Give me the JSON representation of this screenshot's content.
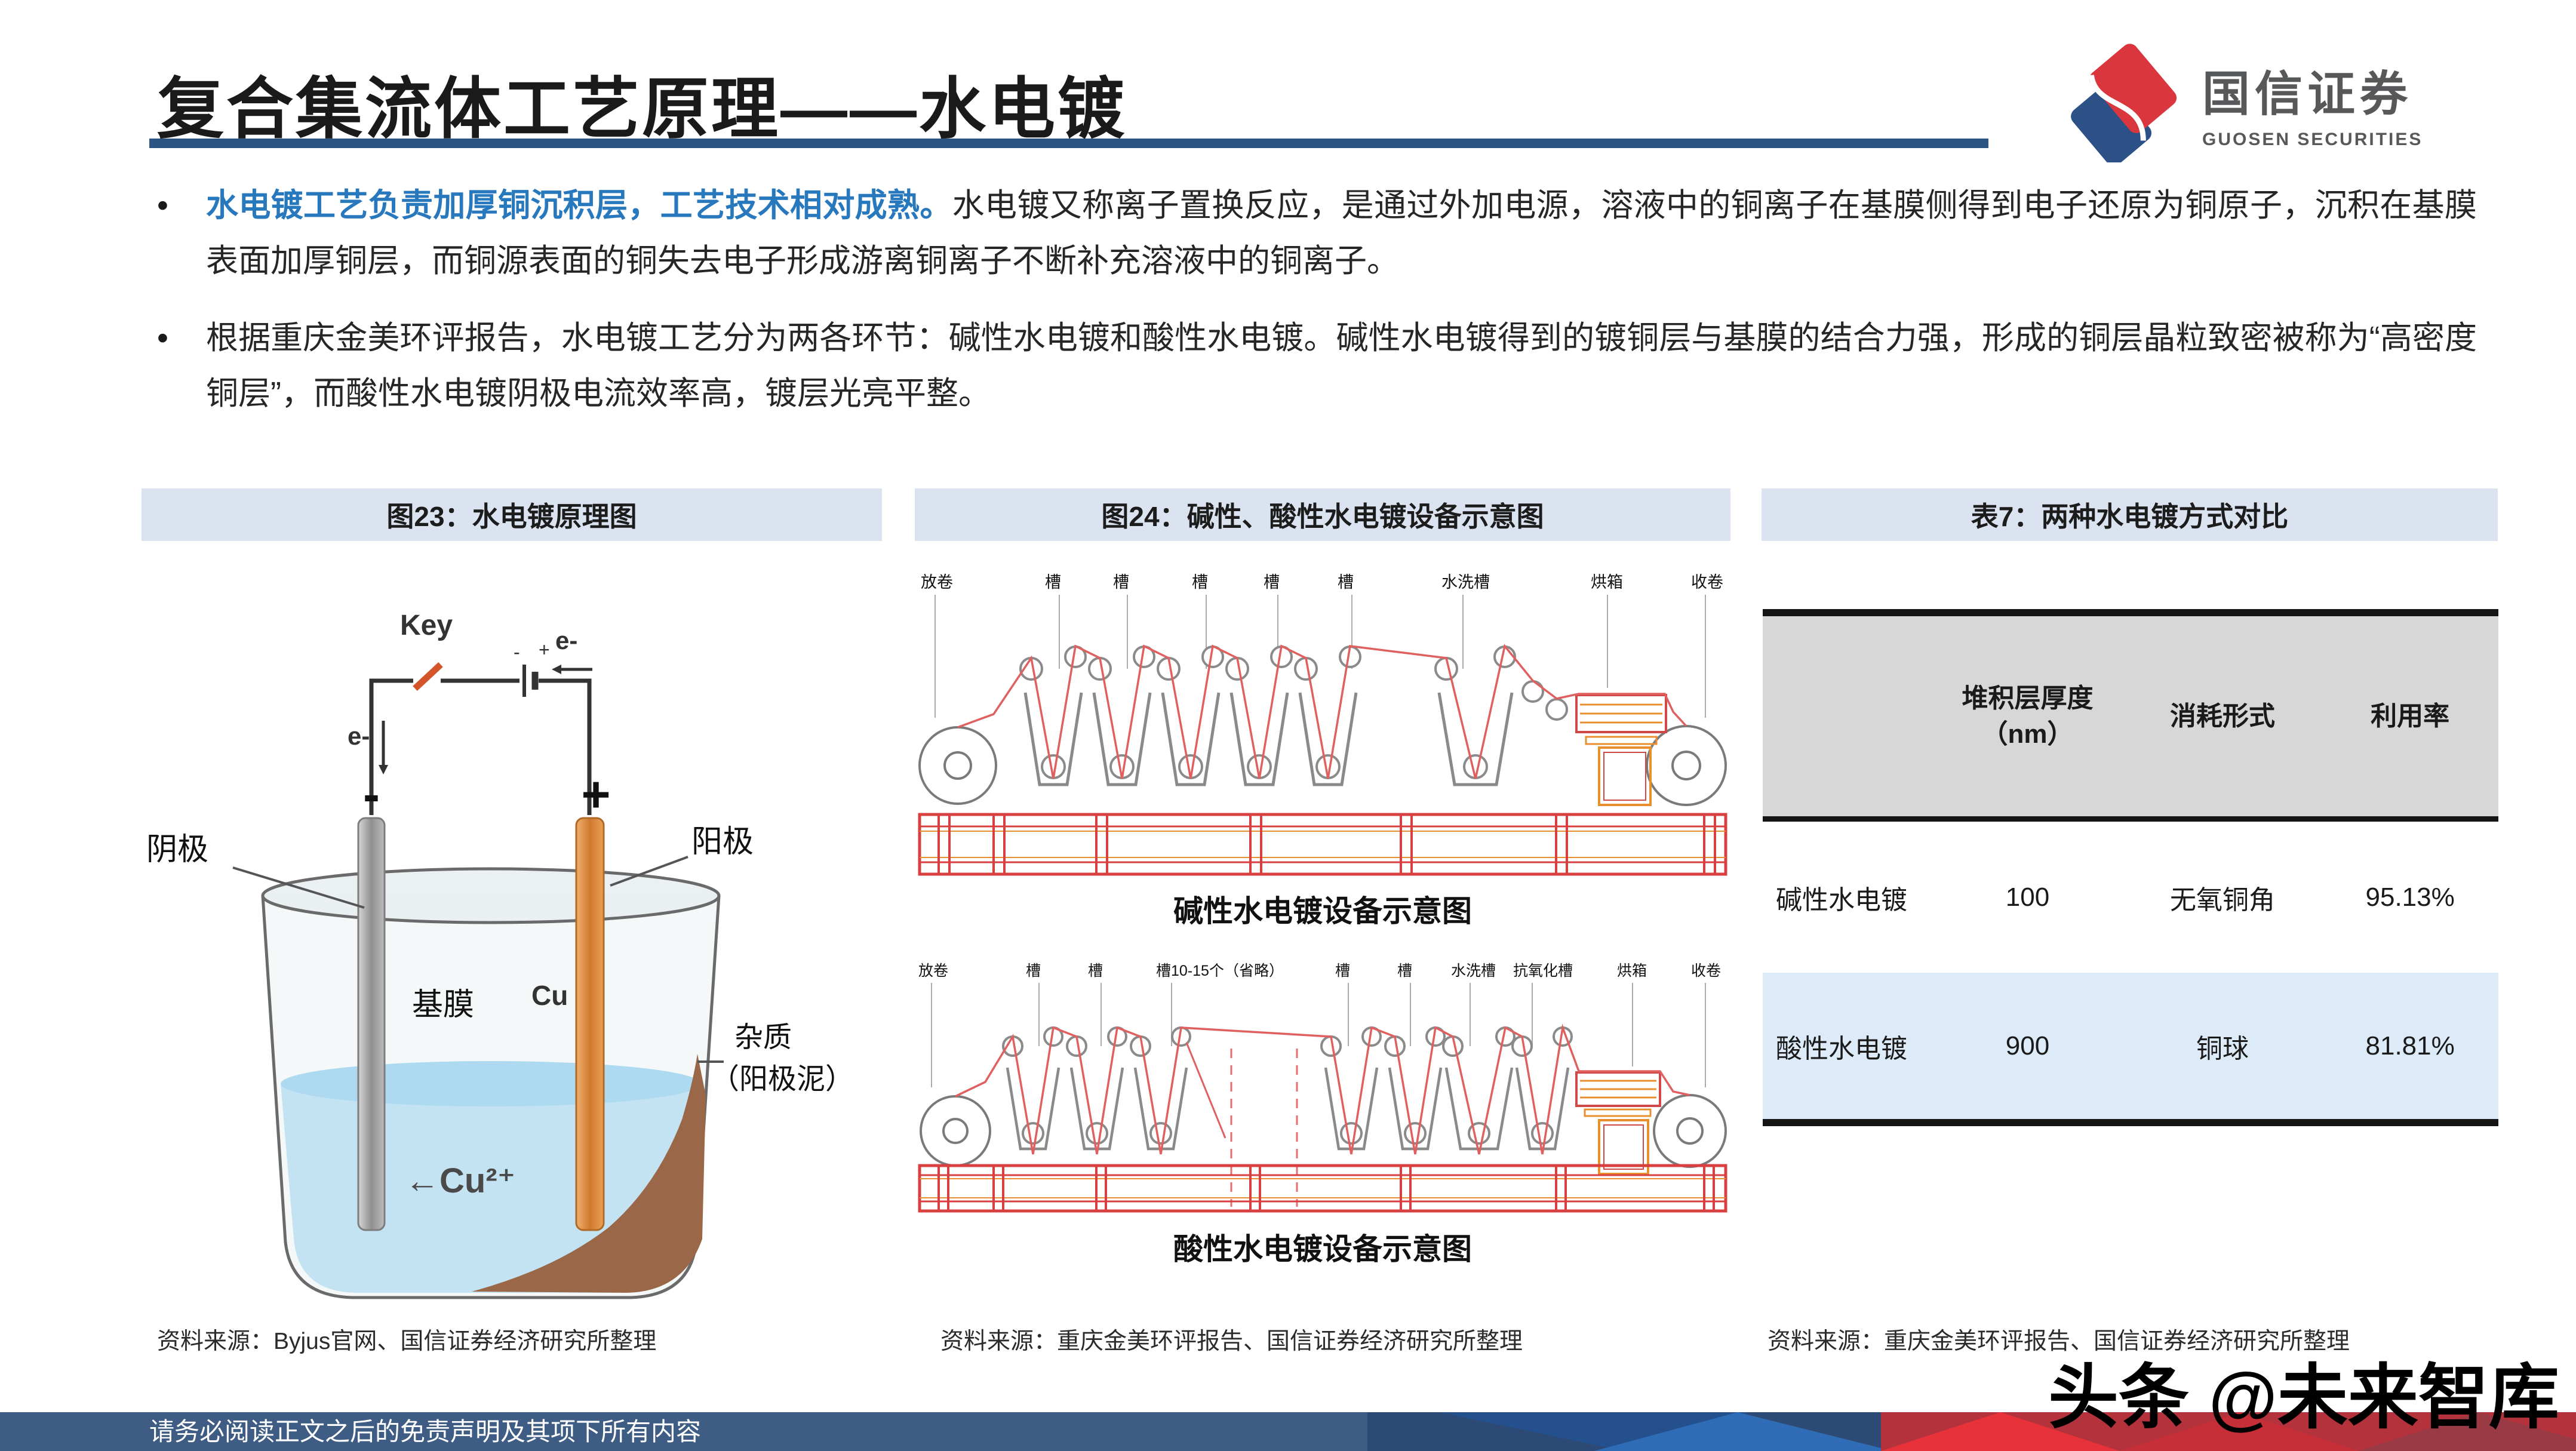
{
  "bullet_marker": "•",
  "page": {
    "title": "复合集流体工艺原理——水电镀",
    "footer_disclaimer": "请务必阅读正文之后的免责声明及其项下所有内容",
    "watermark": "头条 @未来智库"
  },
  "logo": {
    "cn": "国信证券",
    "en": "GUOSEN SECURITIES"
  },
  "colors": {
    "title_rule": "#2d5584",
    "highlight_text": "#2878be",
    "panel_header_bg": "#dbe3f1",
    "table_header_bg": "#d7d7d7",
    "table_alt_row_bg": "#dcebf7",
    "footer_bg": "#3e5c84",
    "logo_blue": "#2b5186",
    "logo_red": "#d9363e",
    "copper": "#d98a3f",
    "liquid_blue": "#c3e3f3"
  },
  "bullets": [
    {
      "highlight": "水电镀工艺负责加厚铜沉积层，工艺技术相对成熟。",
      "text": "水电镀又称离子置换反应，是通过外加电源，溶液中的铜离子在基膜侧得到电子还原为铜原子，沉积在基膜表面加厚铜层，而铜源表面的铜失去电子形成游离铜离子不断补充溶液中的铜离子。"
    },
    {
      "highlight": "",
      "text": "根据重庆金美环评报告，水电镀工艺分为两各环节：碱性水电镀和酸性水电镀。碱性水电镀得到的镀铜层与基膜的结合力强，形成的铜层晶粒致密被称为“高密度铜层”，而酸性水电镀阴极电流效率高，镀层光亮平整。"
    }
  ],
  "figure23": {
    "header": "图23：水电镀原理图",
    "labels": {
      "key": "Key",
      "e_top": "e-",
      "e_down": "e-",
      "battery_minus": "-",
      "battery_plus": "+",
      "minus": "-",
      "plus": "+",
      "cathode": "阴极",
      "anode": "阳极",
      "base_film": "基膜",
      "cu": "Cu",
      "cu_ion": "←Cu²⁺",
      "impurity_line1": "杂质",
      "impurity_line2": "（阳极泥）"
    },
    "source": "资料来源：Byjus官网、国信证券经济研究所整理"
  },
  "figure24": {
    "header": "图24：碱性、酸性水电镀设备示意图",
    "alkaline": {
      "caption": "碱性水电镀设备示意图",
      "labels": [
        "放卷",
        "槽",
        "槽",
        "槽",
        "槽",
        "槽",
        "水洗槽",
        "烘箱",
        "收卷"
      ]
    },
    "acidic": {
      "caption": "酸性水电镀设备示意图",
      "labels": [
        "放卷",
        "槽",
        "槽",
        "槽10-15个（省略）",
        "槽",
        "槽",
        "水洗槽",
        "抗氧化槽",
        "烘箱",
        "收卷"
      ]
    },
    "source": "资料来源：重庆金美环评报告、国信证券经济研究所整理"
  },
  "table7": {
    "header": "表7：两种水电镀方式对比",
    "columns": [
      "",
      "堆积层厚度（nm）",
      "消耗形式",
      "利用率"
    ],
    "rows": [
      {
        "name": "碱性水电镀",
        "thickness": "100",
        "form": "无氧铜角",
        "rate": "95.13%"
      },
      {
        "name": "酸性水电镀",
        "thickness": "900",
        "form": "铜球",
        "rate": "81.81%"
      }
    ],
    "source": "资料来源：重庆金美环评报告、国信证券经济研究所整理"
  },
  "chart_data": {
    "type": "table",
    "title": "表7：两种水电镀方式对比",
    "columns": [
      "",
      "堆积层厚度（nm）",
      "消耗形式",
      "利用率"
    ],
    "rows": [
      [
        "碱性水电镀",
        100,
        "无氧铜角",
        "95.13%"
      ],
      [
        "酸性水电镀",
        900,
        "铜球",
        "81.81%"
      ]
    ]
  }
}
